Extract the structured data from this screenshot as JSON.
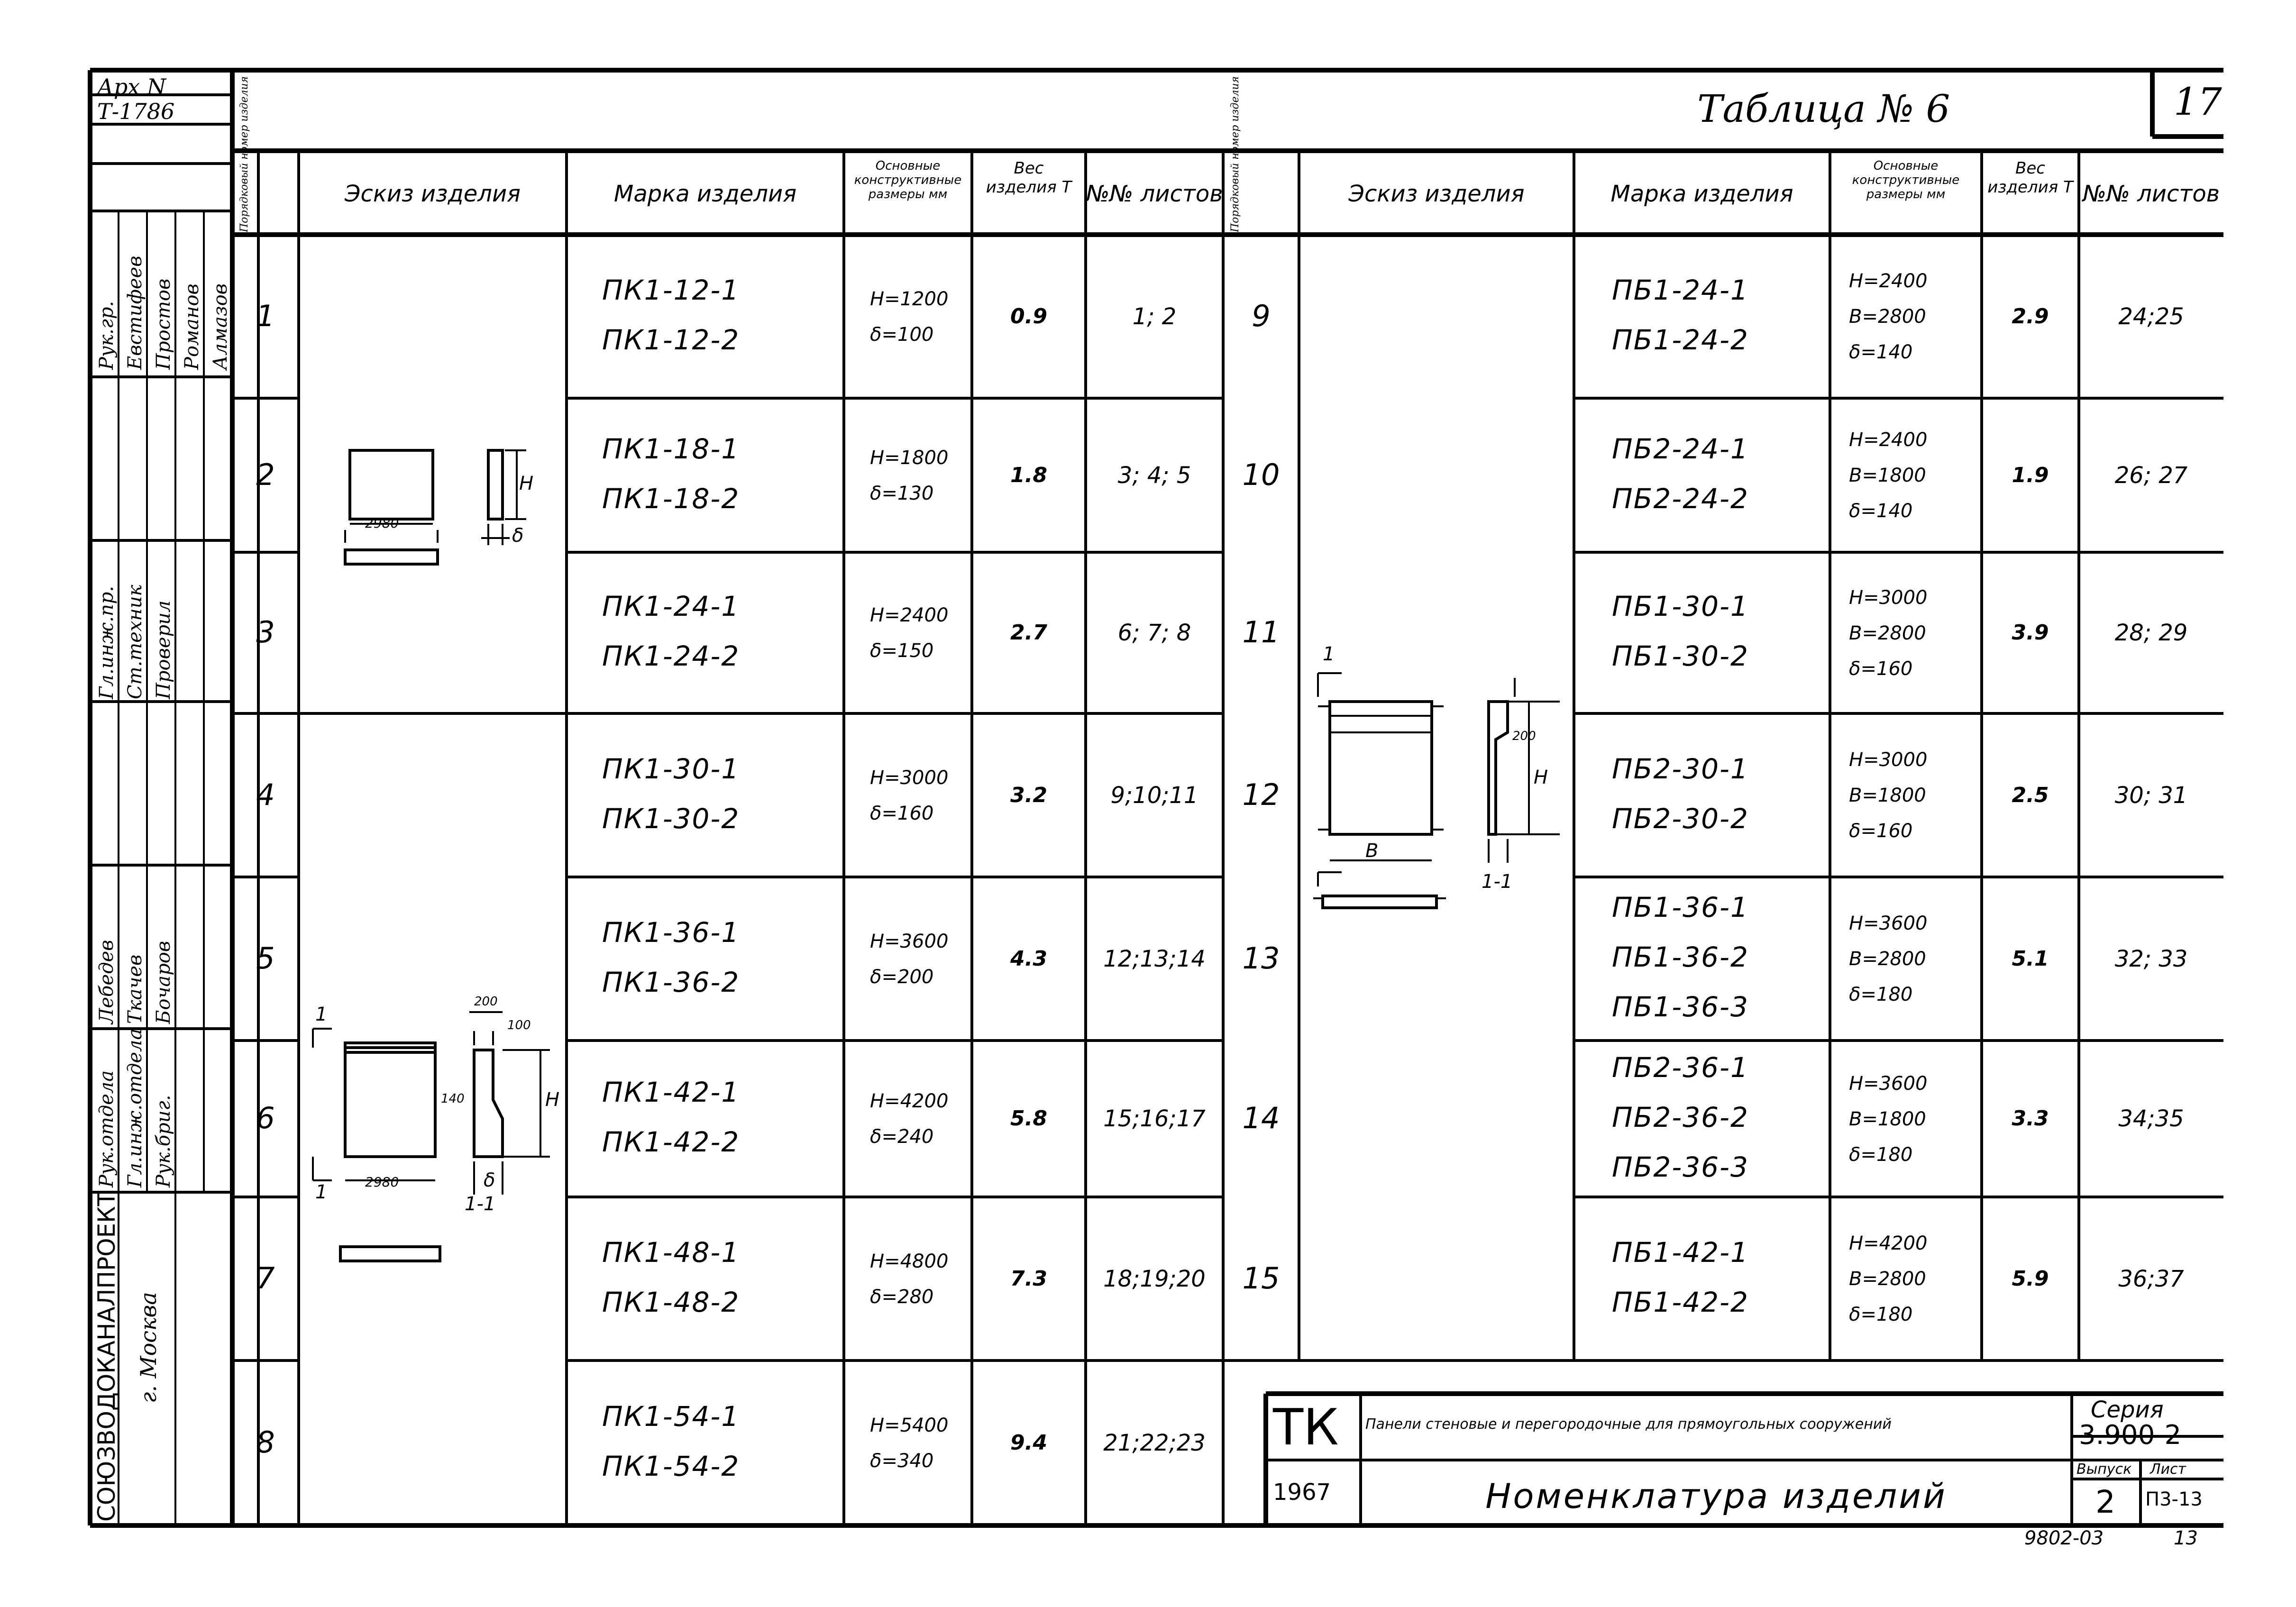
{
  "archive": {
    "label": "Арх N",
    "number": "Т-1786"
  },
  "page_number": "17",
  "table_title": "Таблица № 6",
  "headers": {
    "seq": "Порядковый номер изделия",
    "sketch": "Эскиз изделия",
    "mark": "Марка изделия",
    "dims": "Основные конструктивные размеры мм",
    "weight": "Вес изделия Т",
    "sheets": "№№ листов"
  },
  "left_rows": [
    {
      "n": "1",
      "marks": [
        "ПК1-12-1",
        "ПК1-12-2"
      ],
      "dims": [
        "H=1200",
        "δ=100"
      ],
      "weight": "0.9",
      "sheets": "1; 2"
    },
    {
      "n": "2",
      "marks": [
        "ПК1-18-1",
        "ПК1-18-2"
      ],
      "dims": [
        "H=1800",
        "δ=130"
      ],
      "weight": "1.8",
      "sheets": "3; 4; 5"
    },
    {
      "n": "3",
      "marks": [
        "ПК1-24-1",
        "ПК1-24-2"
      ],
      "dims": [
        "H=2400",
        "δ=150"
      ],
      "weight": "2.7",
      "sheets": "6; 7; 8"
    },
    {
      "n": "4",
      "marks": [
        "ПК1-30-1",
        "ПК1-30-2"
      ],
      "dims": [
        "H=3000",
        "δ=160"
      ],
      "weight": "3.2",
      "sheets": "9;10;11"
    },
    {
      "n": "5",
      "marks": [
        "ПК1-36-1",
        "ПК1-36-2"
      ],
      "dims": [
        "H=3600",
        "δ=200"
      ],
      "weight": "4.3",
      "sheets": "12;13;14"
    },
    {
      "n": "6",
      "marks": [
        "ПК1-42-1",
        "ПК1-42-2"
      ],
      "dims": [
        "H=4200",
        "δ=240"
      ],
      "weight": "5.8",
      "sheets": "15;16;17"
    },
    {
      "n": "7",
      "marks": [
        "ПК1-48-1",
        "ПК1-48-2"
      ],
      "dims": [
        "H=4800",
        "δ=280"
      ],
      "weight": "7.3",
      "sheets": "18;19;20"
    },
    {
      "n": "8",
      "marks": [
        "ПК1-54-1",
        "ПК1-54-2"
      ],
      "dims": [
        "H=5400",
        "δ=340"
      ],
      "weight": "9.4",
      "sheets": "21;22;23"
    }
  ],
  "right_rows": [
    {
      "n": "9",
      "marks": [
        "ПБ1-24-1",
        "ПБ1-24-2"
      ],
      "dims": [
        "H=2400",
        "B=2800",
        "δ=140"
      ],
      "weight": "2.9",
      "sheets": "24;25"
    },
    {
      "n": "10",
      "marks": [
        "ПБ2-24-1",
        "ПБ2-24-2"
      ],
      "dims": [
        "H=2400",
        "B=1800",
        "δ=140"
      ],
      "weight": "1.9",
      "sheets": "26; 27"
    },
    {
      "n": "11",
      "marks": [
        "ПБ1-30-1",
        "ПБ1-30-2"
      ],
      "dims": [
        "H=3000",
        "B=2800",
        "δ=160"
      ],
      "weight": "3.9",
      "sheets": "28; 29"
    },
    {
      "n": "12",
      "marks": [
        "ПБ2-30-1",
        "ПБ2-30-2"
      ],
      "dims": [
        "H=3000",
        "B=1800",
        "δ=160"
      ],
      "weight": "2.5",
      "sheets": "30; 31"
    },
    {
      "n": "13",
      "marks": [
        "ПБ1-36-1",
        "ПБ1-36-2",
        "ПБ1-36-3"
      ],
      "dims": [
        "H=3600",
        "B=2800",
        "δ=180"
      ],
      "weight": "5.1",
      "sheets": "32; 33"
    },
    {
      "n": "14",
      "marks": [
        "ПБ2-36-1",
        "ПБ2-36-2",
        "ПБ2-36-3"
      ],
      "dims": [
        "H=3600",
        "B=1800",
        "δ=180"
      ],
      "weight": "3.3",
      "sheets": "34;35"
    },
    {
      "n": "15",
      "marks": [
        "ПБ1-42-1",
        "ПБ1-42-2"
      ],
      "dims": [
        "H=4200",
        "B=2800",
        "δ=180"
      ],
      "weight": "5.9",
      "sheets": "36;37"
    }
  ],
  "sketch_labels": {
    "width_2980": "2980",
    "dim_H": "H",
    "dim_delta": "δ",
    "dim_200": "200",
    "dim_100": "100",
    "dim_140": "140",
    "dim_B": "B",
    "section_mark": "1",
    "section_label": "1-1"
  },
  "signatures": {
    "roles": [
      "Рук.отдела",
      "Гл.инж.отдела",
      "Рук.бриг.",
      "Рук.гр.",
      "Гл.инж.пр.",
      "Ст.техник",
      "Проверил"
    ],
    "names": [
      "Лебедев",
      "Ткачев",
      "Бочаров",
      "Евстифеев",
      "Простов",
      "Романов",
      "Алмазов"
    ],
    "org": "СОЮЗВОДОКАНАЛПРОЕКТ",
    "city": "г. Москва"
  },
  "title_block": {
    "logo": "ТК",
    "year": "1967",
    "description": "Панели стеновые и перегородочные для прямоугольных сооружений",
    "title": "Номенклатура изделий",
    "series_label": "Серия",
    "series": "3.900-2",
    "issue_label": "Выпуск",
    "issue": "2",
    "sheet_label": "Лист",
    "sheet": "П3-13"
  },
  "footer": {
    "code": "9802-03",
    "page": "13"
  }
}
